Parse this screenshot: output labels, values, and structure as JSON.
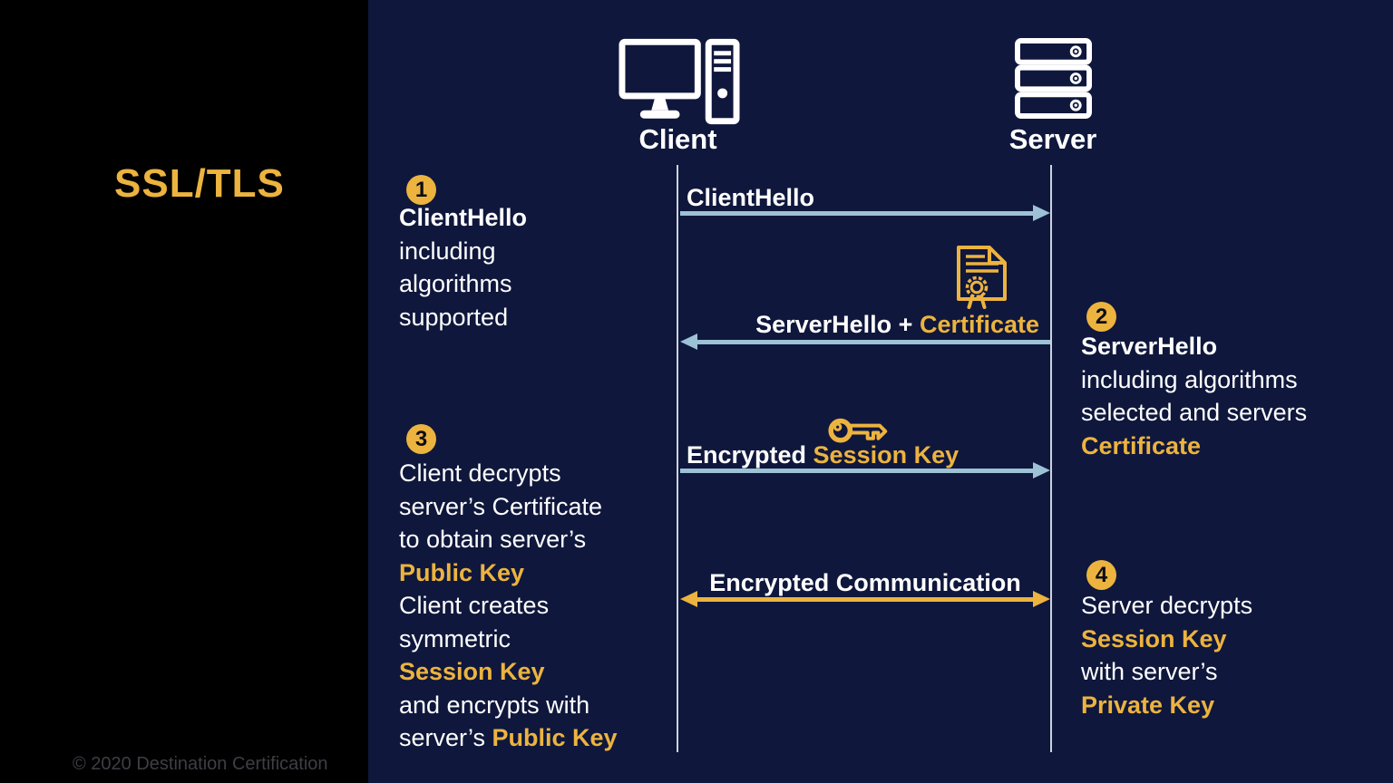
{
  "left_panel": {
    "title": "SSL/TLS",
    "copyright": "© 2020 Destination Certification"
  },
  "actors": {
    "client": "Client",
    "server": "Server"
  },
  "icons": {
    "client": "desktop-computer-icon",
    "server": "server-stack-icon",
    "certificate": "certificate-icon",
    "session_key": "key-icon"
  },
  "messages": {
    "m1": {
      "label": "ClientHello",
      "direction": "client-to-server"
    },
    "m2": {
      "prefix": "ServerHello + ",
      "highlight": "Certificate",
      "direction": "server-to-client"
    },
    "m3": {
      "prefix": "Encrypted ",
      "highlight": "Session Key",
      "direction": "client-to-server"
    },
    "m4": {
      "label": "Encrypted Communication",
      "direction": "both"
    }
  },
  "steps": {
    "s1": {
      "num": "1",
      "title": "ClientHello",
      "lines": {
        "l2": "including",
        "l3": "algorithms",
        "l4": "supported"
      }
    },
    "s2": {
      "num": "2",
      "title": "ServerHello",
      "lines": {
        "l2": "including algorithms",
        "l3": "selected and servers",
        "l4": "Certificate"
      }
    },
    "s3": {
      "num": "3",
      "lines": {
        "l1": "Client decrypts",
        "l2": "server’s Certificate",
        "l3": "to obtain server’s",
        "l4": "Public Key",
        "l5": "Client creates",
        "l6": "symmetric",
        "l7": "Session Key",
        "l8": "and encrypts with",
        "l9a": "server’s ",
        "l9b": "Public Key"
      }
    },
    "s4": {
      "num": "4",
      "lines": {
        "l1": "Server decrypts",
        "l2": "Session Key",
        "l3": "with server’s",
        "l4": "Private Key"
      }
    }
  },
  "colors": {
    "background_left": "#000000",
    "background_right": "#0F173C",
    "gold_accent": "#ECB33F",
    "arrow_blue": "#9DC1D5",
    "text_white": "#FFFFFF"
  }
}
